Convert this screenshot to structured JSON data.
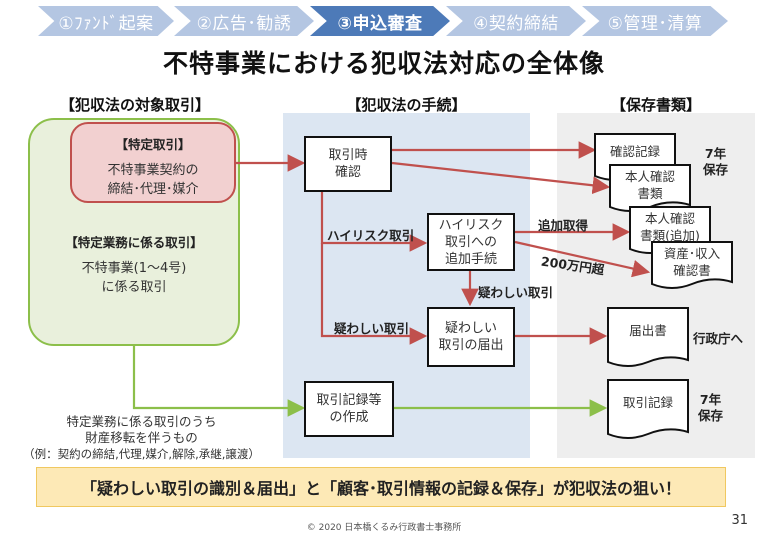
{
  "steps": [
    {
      "label": "①ﾌｧﾝﾄﾞ起案",
      "active": false
    },
    {
      "label": "②広告･勧誘",
      "active": false
    },
    {
      "label": "③申込審査",
      "active": true
    },
    {
      "label": "④契約締結",
      "active": false
    },
    {
      "label": "⑤管理･清算",
      "active": false
    }
  ],
  "title": "不特事業における犯収法対応の全体像",
  "columns": {
    "targets": "【犯収法の対象取引】",
    "procedures": "【犯収法の手続】",
    "documents": "【保存書類】"
  },
  "targets": {
    "specified_transaction": {
      "heading": "【特定取引】",
      "line1": "不特事業契約の",
      "line2": "締結･代理･媒介"
    },
    "specified_business": {
      "heading": "【特定業務に係る取引】",
      "line1": "不特事業(1～4号)",
      "line2": "に係る取引"
    },
    "note": {
      "line1": "特定業務に係る取引のうち",
      "line2": "財産移転を伴うもの",
      "line3": "（例：契約の締結,代理,媒介,解除,承継,譲渡）"
    }
  },
  "procedures": {
    "verification": {
      "line1": "取引時",
      "line2": "確認"
    },
    "high_risk": {
      "line1": "ハイリスク",
      "line2": "取引への",
      "line3": "追加手続"
    },
    "suspicious_report": {
      "line1": "疑わしい",
      "line2": "取引の届出"
    },
    "record_creation": {
      "line1": "取引記録等",
      "line2": "の作成"
    }
  },
  "edge_labels": {
    "high_risk": "ハイリスク取引",
    "suspicious_left": "疑わしい取引",
    "suspicious_down": "疑わしい取引",
    "additional_acquisition": "追加取得",
    "over_2m": "200万円超"
  },
  "documents": {
    "verification_record": "確認記録",
    "id_docs": {
      "line1": "本人確認",
      "line2": "書類"
    },
    "id_docs_additional": {
      "line1": "本人確認",
      "line2": "書類(追加)"
    },
    "asset_income": {
      "line1": "資産･収入",
      "line2": "確認書"
    },
    "report": "届出書",
    "transaction_record": "取引記録",
    "retention_1": {
      "line1": "7年",
      "line2": "保存"
    },
    "to_agency": "行政庁へ",
    "retention_2": {
      "line1": "7年",
      "line2": "保存"
    }
  },
  "banner": "「疑わしい取引の識別＆届出」と「顧客･取引情報の記録＆保存」が犯収法の狙い！",
  "footer": "© 2020 日本橋くるみ行政書士事務所",
  "page_number": "31",
  "colors": {
    "step_active": "#4d7ab8",
    "step_inactive": "#b4c6e2",
    "red_flow": "#c0504d",
    "green_flow": "#8cbf4a",
    "procedure_bg": "#dce6f2",
    "documents_bg": "#eeeeee",
    "banner_bg": "#fde9b6"
  }
}
